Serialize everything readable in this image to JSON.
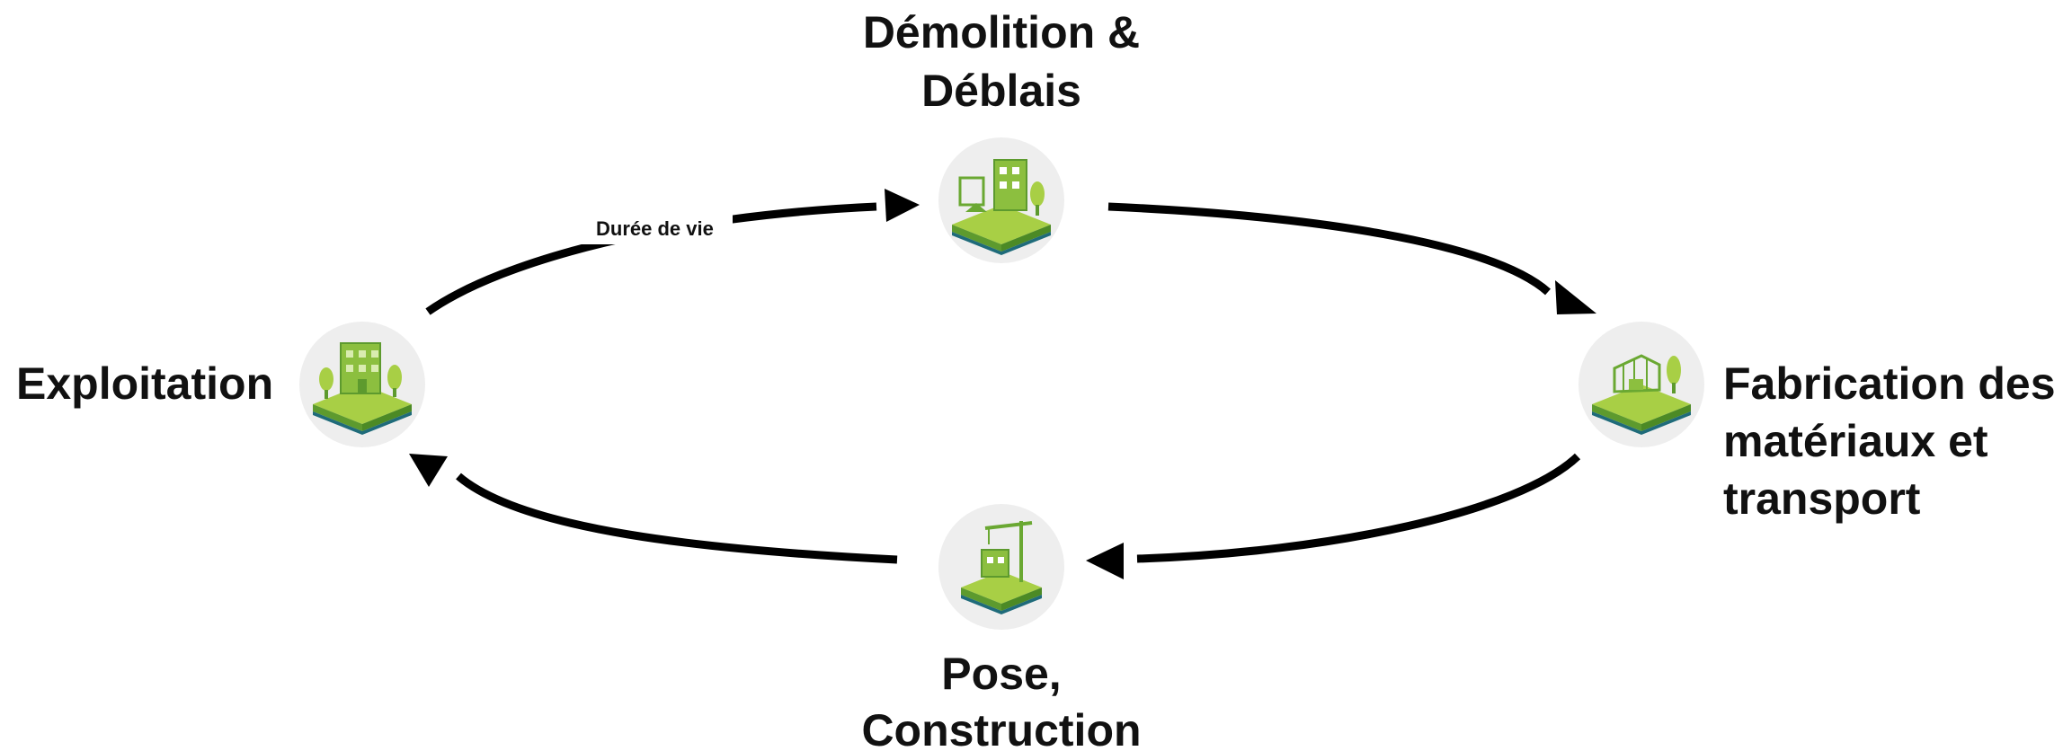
{
  "stages": {
    "demolition": {
      "line1": "Démolition &",
      "line2": "Déblais",
      "icon": "demolition-site-icon"
    },
    "fabrication": {
      "line1": "Fabrication des",
      "line2": "matériaux et",
      "line3": "transport",
      "icon": "factory-icon"
    },
    "construction": {
      "line1": "Pose,",
      "line2": "Construction",
      "icon": "crane-construction-icon"
    },
    "exploitation": {
      "line1": "Exploitation",
      "icon": "building-icon"
    }
  },
  "edge_labels": {
    "lifetime": "Durée de vie"
  },
  "colors": {
    "icon_light_green": "#a8cf45",
    "icon_mid_green": "#8cbf3f",
    "icon_dark_green": "#5d9a2e",
    "icon_base_blue": "#1f6b7a",
    "node_background": "#eeeeee",
    "arrow": "#000000"
  }
}
